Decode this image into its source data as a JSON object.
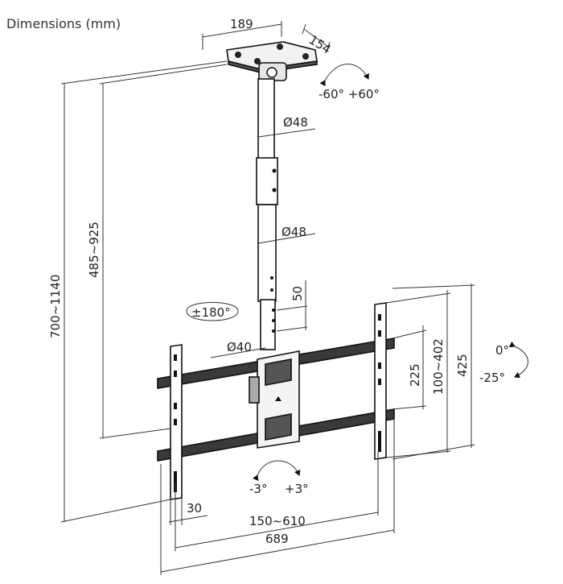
{
  "title": "Dimensions (mm)",
  "dimensions": {
    "plate_width": "189",
    "plate_depth": "154",
    "pole_upper_diameter": "Ø48",
    "pole_lower_diameter": "Ø48",
    "hole_spacing": "50",
    "bottom_pole_diameter": "Ø40",
    "height_range_short": "485~925",
    "height_range_full": "700~1140",
    "vesa_225": "225",
    "vesa_100_402": "100~402",
    "bracket_height": "425",
    "arm_width": "30",
    "vesa_150_610": "150~610",
    "overall_width": "689"
  },
  "rotations": {
    "ceiling_swivel": "-60° +60°",
    "pole_rotation": "±180°",
    "tilt_top": "0°",
    "tilt_bottom": "-25°",
    "level_left": "-3°",
    "level_right": "+3°"
  },
  "colors": {
    "ink": "#111111",
    "dim_line": "#333333",
    "text": "#222222",
    "background": "#ffffff"
  }
}
